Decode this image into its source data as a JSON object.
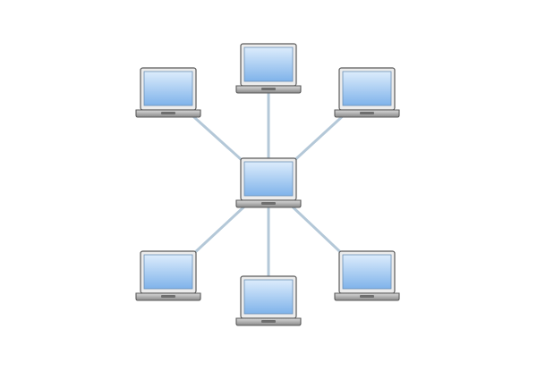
{
  "diagram": {
    "topology": "star",
    "hub": {
      "icon": "laptop-icon"
    },
    "nodes": [
      {
        "id": "top-left",
        "icon": "laptop-icon"
      },
      {
        "id": "top",
        "icon": "laptop-icon"
      },
      {
        "id": "top-right",
        "icon": "laptop-icon"
      },
      {
        "id": "bottom-left",
        "icon": "laptop-icon"
      },
      {
        "id": "bottom",
        "icon": "laptop-icon"
      },
      {
        "id": "bottom-right",
        "icon": "laptop-icon"
      }
    ],
    "colors": {
      "background": "#ffffff",
      "link": "#b4c8d8",
      "screen_top": "#dcecfc",
      "screen_bottom": "#7fb3ea",
      "bezel": "#ececec",
      "bezel_stroke": "#5a5a5a",
      "base": "#9a9a9a"
    }
  }
}
